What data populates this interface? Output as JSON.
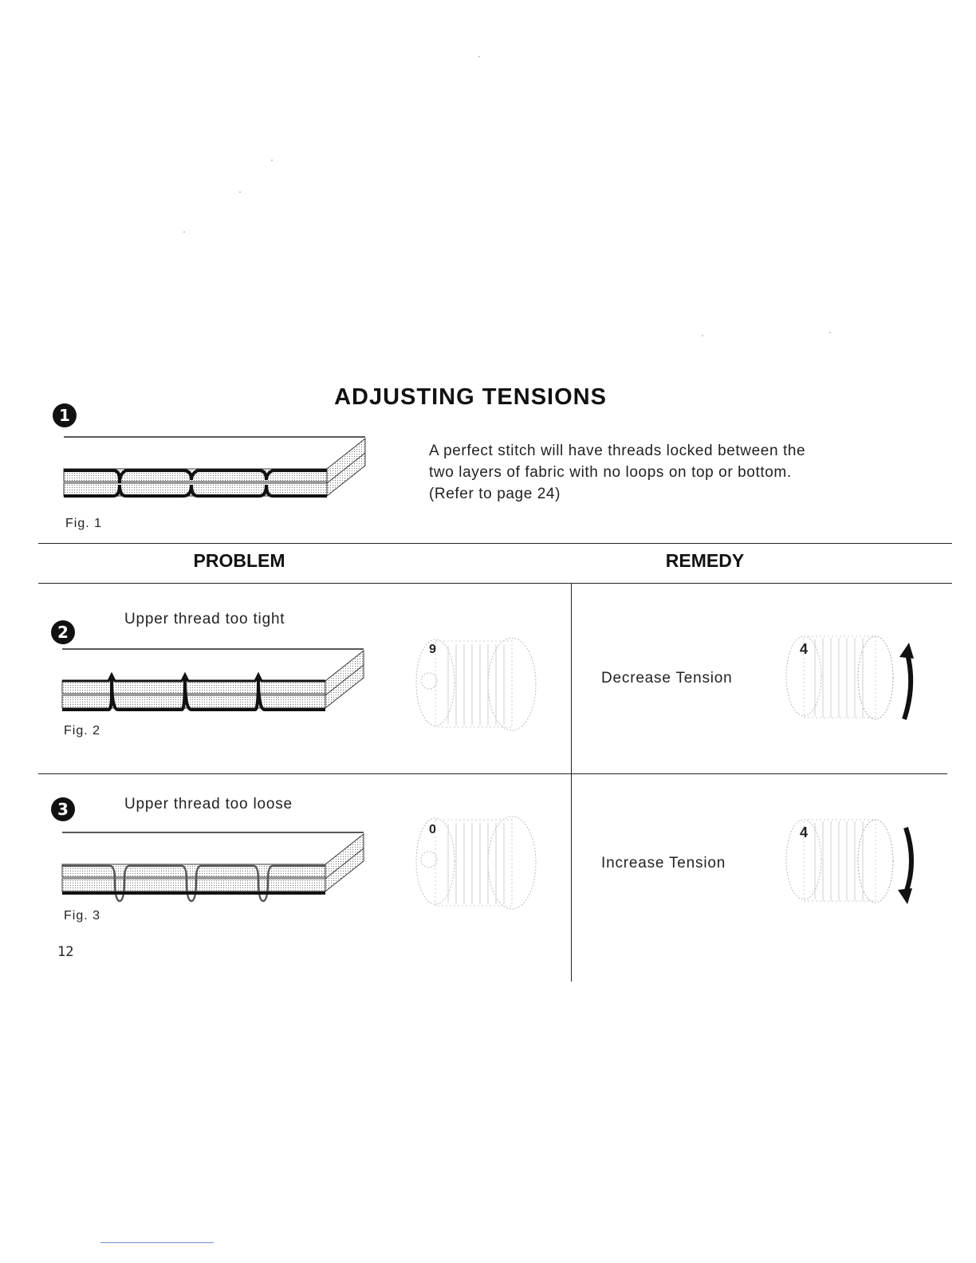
{
  "title": "ADJUSTING TENSIONS",
  "intro": {
    "lines": [
      "A perfect stitch will have threads locked between the",
      "two layers of fabric with no loops on top or bottom.",
      "(Refer to page 24)"
    ]
  },
  "markers": [
    "1",
    "2",
    "3"
  ],
  "figures": {
    "fig1": "Fig. 1",
    "fig2": "Fig. 2",
    "fig3": "Fig. 3"
  },
  "table": {
    "problem_header": "PROBLEM",
    "remedy_header": "REMEDY",
    "rows": [
      {
        "problem": "Upper thread too tight",
        "dial_value": "9",
        "remedy": "Decrease Tension",
        "remedy_dial_value": "4"
      },
      {
        "problem": "Upper thread too loose",
        "dial_value": "0",
        "remedy": "Increase Tension",
        "remedy_dial_value": "4"
      }
    ]
  },
  "page_number": "12"
}
